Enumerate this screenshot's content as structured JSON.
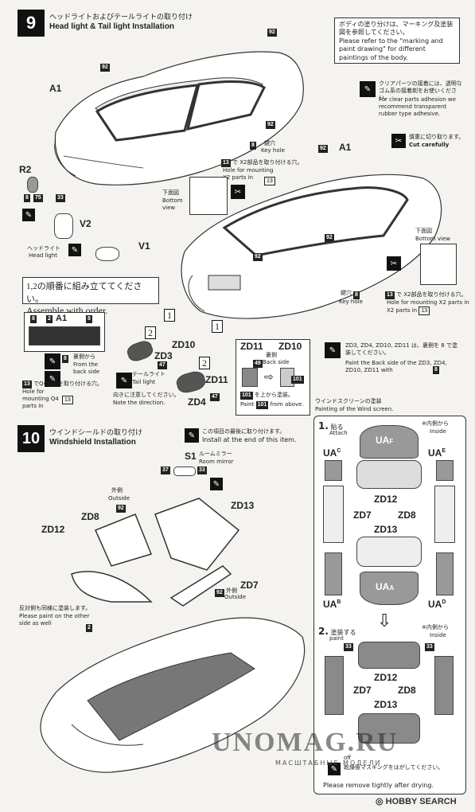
{
  "step9": {
    "number": "9",
    "title_jp": "ヘッドライトおよびテールライトの取り付け",
    "title_en": "Head light & Tail light Installation"
  },
  "paint_note": {
    "jp": "ボディの塗り分けは、マーキング及塗装図を参照してください。",
    "en": "Please refer to the \"marking and paint drawing\" for different paintings of the body."
  },
  "clear_parts_note": {
    "jp": "クリアパーツの接着には、透明なゴム系の接着剤をお使いください。",
    "en": "For clear parts adhesion we recommend transparent rubber type adhesive."
  },
  "cut_note": {
    "jp": "慎重に切り取ります。",
    "en": "Cut carefully"
  },
  "keyhole": {
    "jp": "鍵穴",
    "num": "8",
    "en": "Key hole"
  },
  "hole_x2": {
    "num": "13",
    "jp": "で X2部品を取り付ける穴。",
    "en": "Hole for mounting X2 parts in",
    "ref": "13"
  },
  "bottom_view": {
    "jp": "下面図",
    "en": "Bottom view"
  },
  "headlight": {
    "jp": "ヘッドライト",
    "en": "Head light"
  },
  "assemble_order": {
    "jp": "1,2の順番に組み立ててください。",
    "en": "Assemble with order."
  },
  "back_side": {
    "jp": "裏側から",
    "en": "From the back side"
  },
  "hole_q4": {
    "num": "13",
    "jp": "でQ4部品を取り付ける穴。",
    "en": "Hole for mounting Q4 parts in",
    "ref": "13"
  },
  "taillight": {
    "jp": "テールライト",
    "en": "Tail light"
  },
  "direction": {
    "jp": "向きに注意してください。",
    "en": "Note the direction."
  },
  "zd_paint_note": {
    "jp": "ZD3, ZD4, ZD10, ZD11 は、裏側を 8 で塗装してください。",
    "en": "Paint the Back side of the ZD3, ZD4, ZD10, ZD11 with",
    "num": "8"
  },
  "zd11_detail": {
    "back_jp": "裏側",
    "back_en": "Back side",
    "paint_jp": "を上から塗装。",
    "paint_en": "Paint",
    "paint_en2": "from above.",
    "num1": "49",
    "num2": "101"
  },
  "parts": {
    "a1": "A1",
    "r2": "R2",
    "v1": "V1",
    "v2": "V2",
    "zd3": "ZD3",
    "zd4": "ZD4",
    "zd10": "ZD10",
    "zd11": "ZD11",
    "zd7": "ZD7",
    "zd8": "ZD8",
    "zd12": "ZD12",
    "zd13": "ZD13",
    "s1": "S1",
    "ua": "UA",
    "ua_a": "A",
    "ua_b": "B",
    "ua_c": "C",
    "ua_d": "D",
    "ua_e": "E",
    "ua_f": "F"
  },
  "colors": {
    "c92": "92",
    "c8": "8",
    "c75": "75",
    "c33": "33",
    "c47": "47",
    "c2": "2",
    "c37": "37"
  },
  "step10": {
    "number": "10",
    "title_jp": "ウインドシールドの取り付け",
    "title_en": "Windshield Installation",
    "install_end_jp": "この項目の最後に取り付けます。",
    "install_end_en": "Install at the end of this item.",
    "mirror_jp": "ルームミラー",
    "mirror_en": "Room mirror",
    "outside_jp": "外側",
    "outside_en": "Outside",
    "other_side_jp": "反対側も同様に塗装します。",
    "other_side_en": "Please paint on the other side as well"
  },
  "windscreen": {
    "title_jp": "ウインドスクリーンの塗装",
    "title_en": "Painting of the Wind screen.",
    "step1_jp": "貼る",
    "step1_en": "Attach",
    "step2_jp": "塗装する",
    "step2_en": "paint",
    "inside_jp": "※内側から",
    "inside_en": "Inside",
    "peel_en": "Please remove tightly after drying.",
    "peel_jp": "乾燥後マスキングをはがしてください。",
    "off": "off"
  },
  "watermark": {
    "text": "UNOMAG.RU",
    "sub": "МАСШТАБНЫЕ МОДЕЛИ"
  },
  "credit": "HOBBY SEARCH"
}
